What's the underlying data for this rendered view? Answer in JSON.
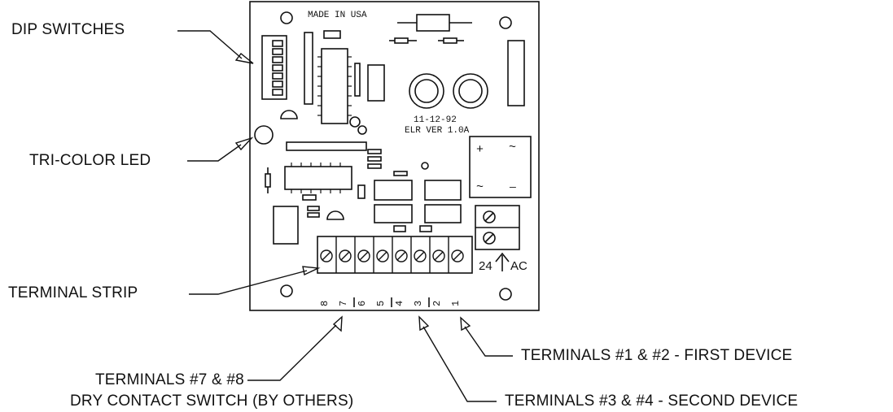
{
  "callouts": {
    "dip_switches": "DIP SWITCHES",
    "tri_color_led": "TRI-COLOR LED",
    "terminal_strip": "TERMINAL STRIP",
    "terminals_1_2": "TERMINALS #1 & #2 - FIRST DEVICE",
    "terminals_7_8": "TERMINALS #7 & #8",
    "dry_contact": "DRY CONTACT SWITCH (BY OTHERS)",
    "terminals_3_4": "TERMINALS #3 & #4 - SECOND DEVICE"
  },
  "board": {
    "made_in": "MADE IN USA",
    "date": "11-12-92",
    "version": "ELR VER 1.0A",
    "power_label": "24",
    "power_ac": "AC",
    "bridge_plus": "+",
    "bridge_minus": "—",
    "bridge_ac1": "~",
    "bridge_ac2": "~",
    "terminal_numbers": [
      "8",
      "7",
      "6",
      "5",
      "4",
      "3",
      "2",
      "1"
    ]
  }
}
